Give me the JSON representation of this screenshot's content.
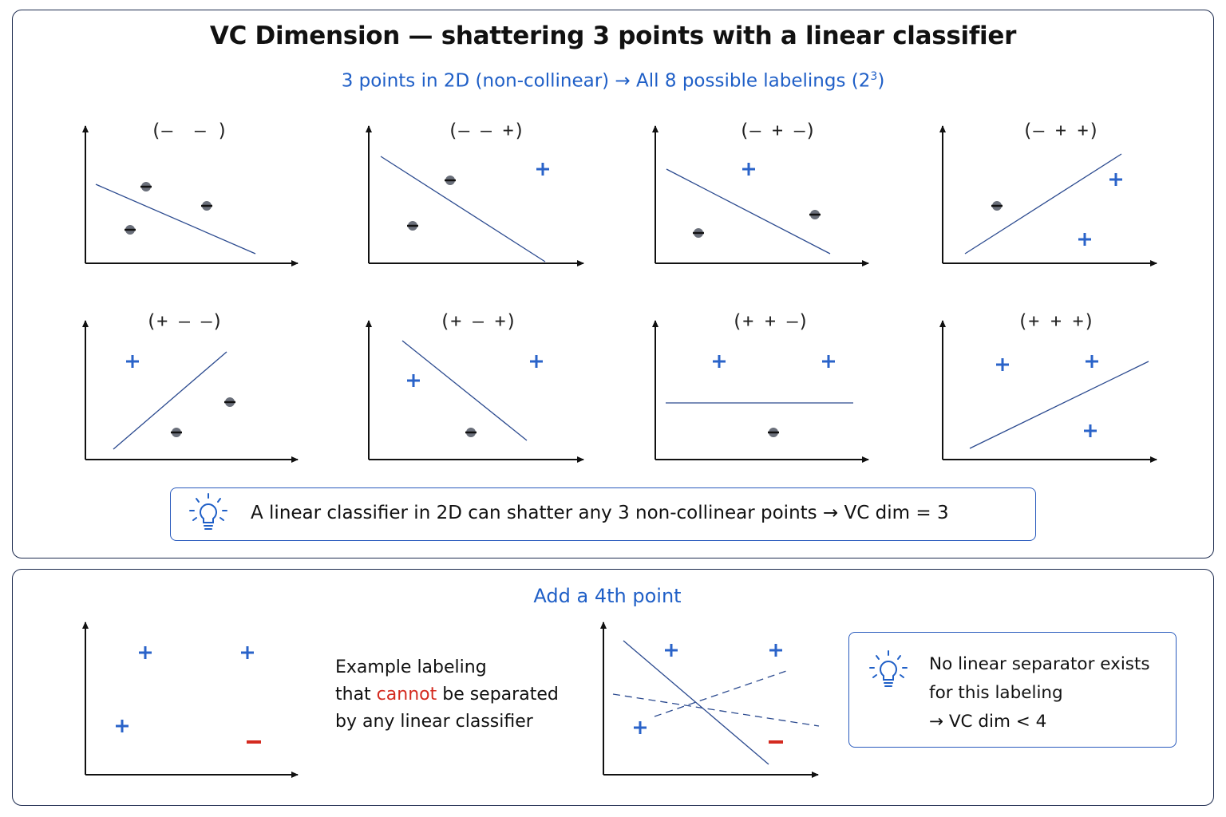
{
  "header": {
    "title": "VC Dimension — shattering 3 points with a linear classifier",
    "subtitle_main": "3  points in 2D (non-collinear) → All 8 possible labelings (2",
    "subtitle_exp": "3",
    "subtitle_end": ")"
  },
  "labelings": [
    {
      "label": "(–  – )"
    },
    {
      "label": "(– – +)"
    },
    {
      "label": "(– + –)"
    },
    {
      "label": "(– + +)"
    },
    {
      "label": "(+ – –)"
    },
    {
      "label": "(+ – +)"
    },
    {
      "label": "(+ + –)"
    },
    {
      "label": "(+ + +)"
    }
  ],
  "insight_top": {
    "icon": "lightbulb-icon",
    "text": "A linear classifier in 2D can shatter any  3 non-collinear points → VC dim = 3"
  },
  "bottom": {
    "title": "Add a 4th point",
    "explain_line1": "Example labeling",
    "explain_line2_pre": "that ",
    "explain_line2_red": "cannot",
    "explain_line2_post": " be separated",
    "explain_line3": "by any linear classifier",
    "insight_line1": "No linear separator exists",
    "insight_line2": "for this labeling",
    "insight_line3": "→ VC dim < 4"
  },
  "colors": {
    "accent_blue": "#1f5fc7",
    "plus_blue": "#2a63c9",
    "minus_red": "#d42a1f",
    "border_dark": "#1d2b4f",
    "line_blue": "#2b4a8f"
  }
}
